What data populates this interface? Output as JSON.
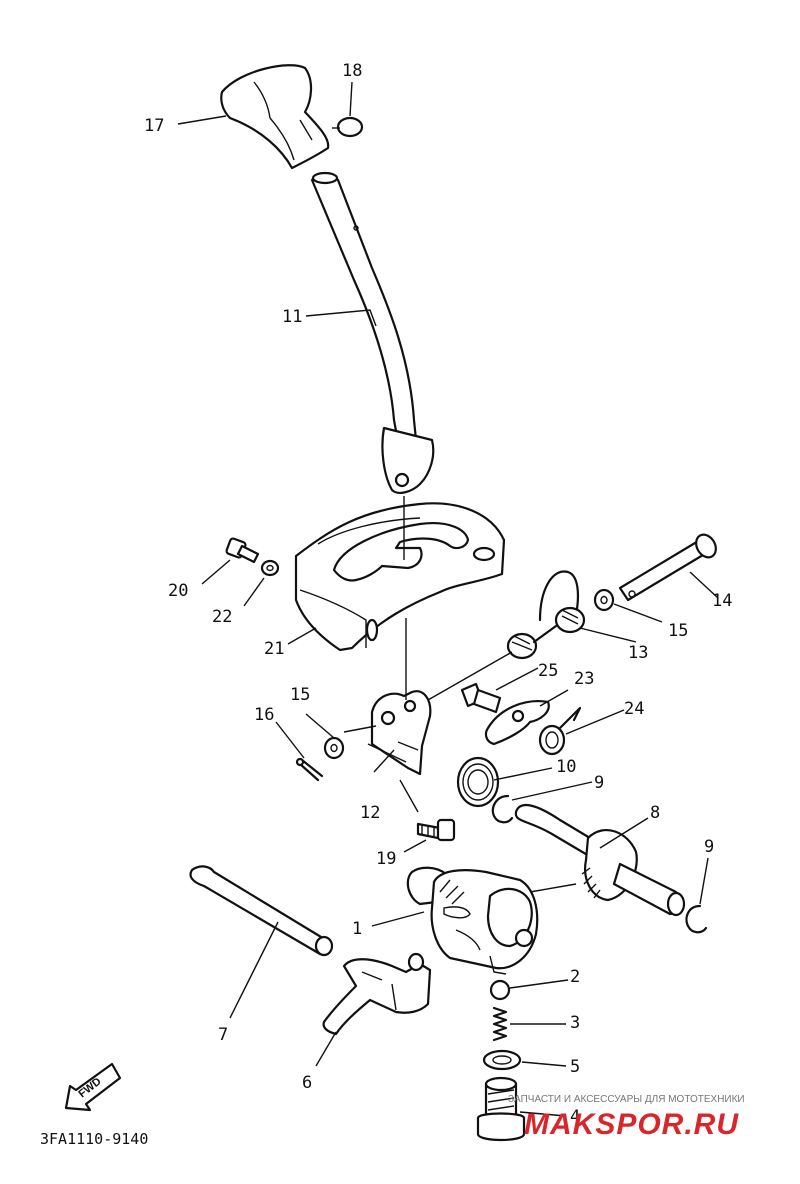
{
  "diagram": {
    "labels": {
      "l1": "1",
      "l2": "2",
      "l3": "3",
      "l4": "4",
      "l5": "5",
      "l6": "6",
      "l7": "7",
      "l8": "8",
      "l9a": "9",
      "l9b": "9",
      "l10": "10",
      "l11": "11",
      "l12": "12",
      "l13": "13",
      "l14": "14",
      "l15a": "15",
      "l15b": "15",
      "l16": "16",
      "l17": "17",
      "l18": "18",
      "l19": "19",
      "l20": "20",
      "l21": "21",
      "l22": "22",
      "l23": "23",
      "l24": "24",
      "l25": "25"
    },
    "fwd_arrow": "FWD",
    "diagram_code": "3FA1110-9140"
  },
  "watermark": {
    "tagline": "ЗАПЧАСТИ И АКСЕССУАРЫ ДЛЯ МОТОТЕХНИКИ",
    "brand": "MAKSPOR.RU",
    "color": "#d9262b"
  }
}
